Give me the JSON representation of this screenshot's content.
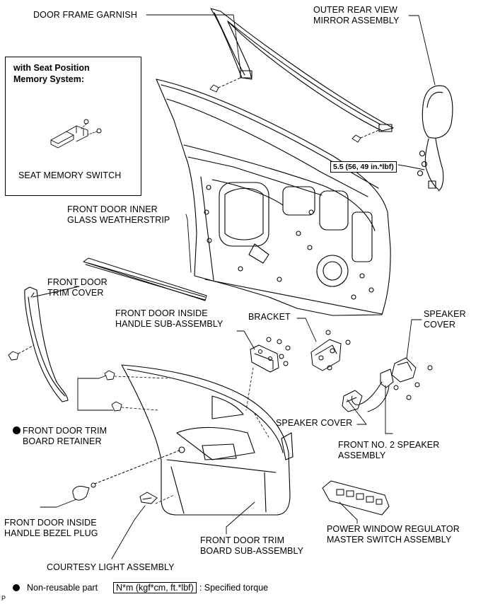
{
  "labels": {
    "door_frame_garnish": "DOOR FRAME GARNISH",
    "outer_mirror": [
      "OUTER REAR VIEW",
      "MIRROR ASSEMBLY"
    ],
    "inset_title": [
      "with Seat Position",
      "Memory System:"
    ],
    "seat_memory_switch": "SEAT MEMORY SWITCH",
    "inner_weatherstrip": [
      "FRONT DOOR INNER",
      "GLASS WEATHERSTRIP"
    ],
    "trim_cover": [
      "FRONT DOOR",
      "TRIM COVER"
    ],
    "inside_handle": [
      "FRONT DOOR INSIDE",
      "HANDLE SUB-ASSEMBLY"
    ],
    "bracket": "BRACKET",
    "speaker_cover_upper": [
      "SPEAKER",
      "COVER"
    ],
    "speaker_cover_lower": "SPEAKER COVER",
    "trim_board_retainer": [
      "FRONT DOOR TRIM",
      "BOARD RETAINER"
    ],
    "no2_speaker": [
      "FRONT NO. 2 SPEAKER",
      "ASSEMBLY"
    ],
    "bezel_plug": [
      "FRONT DOOR INSIDE",
      "HANDLE BEZEL PLUG"
    ],
    "trim_board": [
      "FRONT DOOR TRIM",
      "BOARD SUB-ASSEMBLY"
    ],
    "power_window": [
      "POWER WINDOW REGULATOR",
      "MASTER SWITCH ASSEMBLY"
    ],
    "courtesy_light": "COURTESY LIGHT ASSEMBLY"
  },
  "torque_spec": "5.5 (56, 49 in.*lbf)",
  "legend": {
    "non_reusable": "Non-reusable part",
    "torque_unit": "N*m (kgf*cm, ft.*lbf)",
    "torque_desc": ": Specified torque"
  },
  "page_label": "P"
}
